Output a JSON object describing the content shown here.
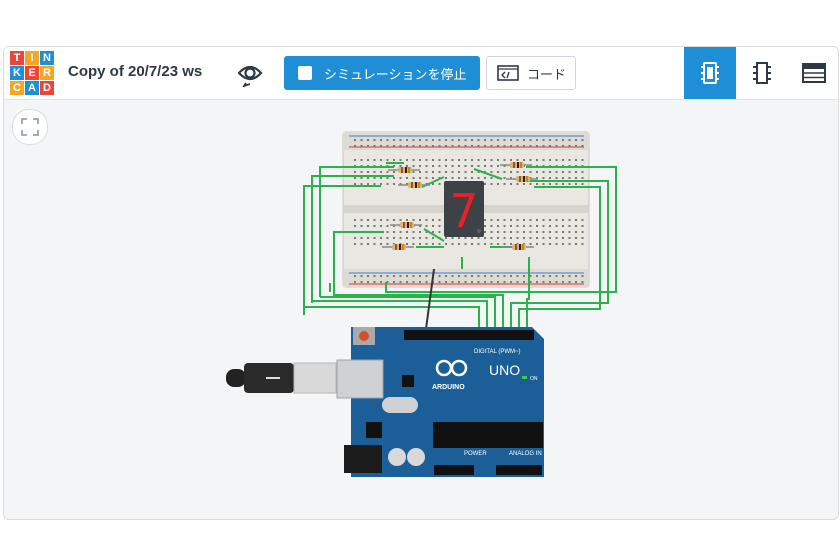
{
  "app": {
    "logo_letters": [
      "T",
      "I",
      "N",
      "K",
      "E",
      "R",
      "C",
      "A",
      "D"
    ],
    "logo_colors": [
      "#e8473a",
      "#f5a623",
      "#1e8fd6",
      "#1e8fd6",
      "#e8473a",
      "#f5a623",
      "#f5a623",
      "#1e8fd6",
      "#e8473a"
    ]
  },
  "header": {
    "title": "Copy of 20/7/23 ws",
    "sim_label": "シミュレーションを停止",
    "code_label": "コード"
  },
  "icons": {
    "visibility": "eye-icon",
    "stop": "stop-square-icon",
    "code": "code-icon",
    "fit": "fit-view-icon",
    "views": [
      "circuit-view-icon",
      "schematic-view-icon",
      "component-list-icon"
    ]
  },
  "board": {
    "brand": "ARDUINO",
    "model": "UNO",
    "digital_label": "DIGITAL (PWM~)",
    "power_label": "POWER",
    "analog_label": "ANALOG IN",
    "on_label": "ON"
  },
  "display": {
    "digit": "7"
  },
  "colors": {
    "accent": "#1e8fd6",
    "wire": "#2bb24c",
    "segment_on": "#e8202a",
    "board": "#1c5f98"
  }
}
